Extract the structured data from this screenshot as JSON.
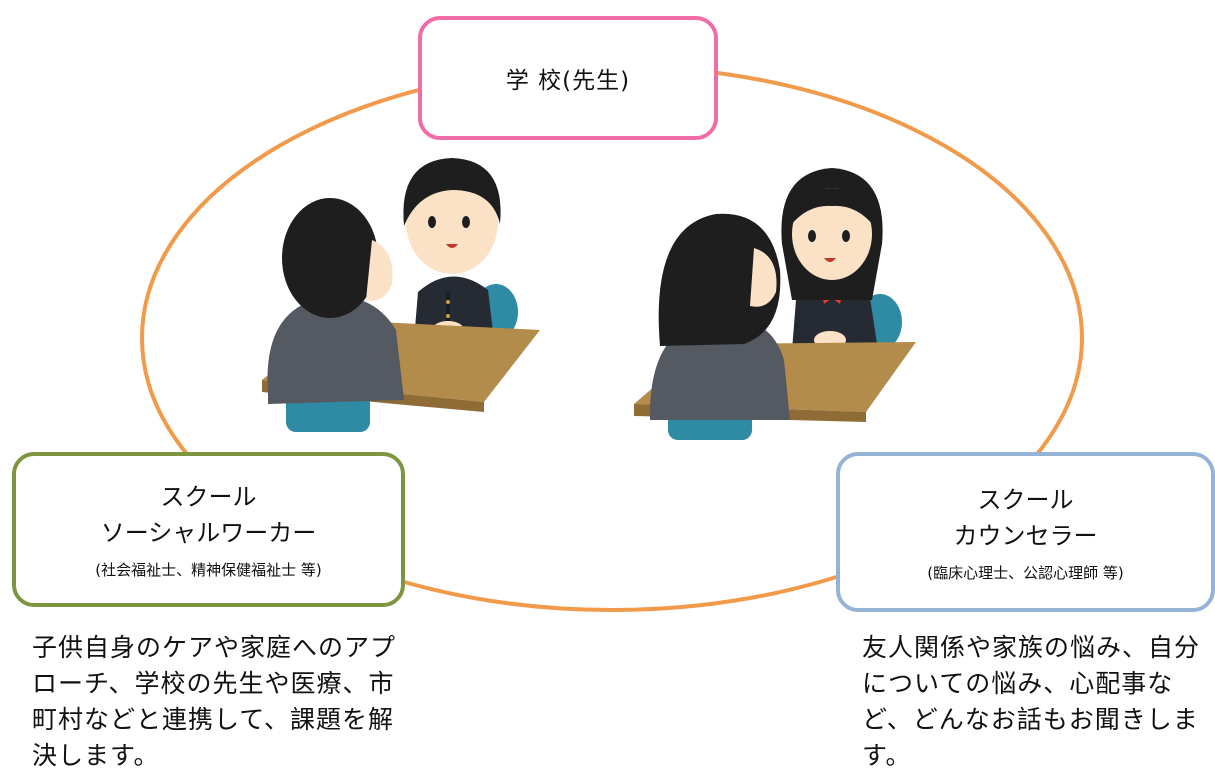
{
  "school": {
    "label": "学 校(先生)"
  },
  "ssw": {
    "title_line1": "スクール",
    "title_line2": "ソーシャルワーカー",
    "qualification": "(社会福祉士、精神保健福祉士 等)",
    "description": "子供自身のケアや家庭へのアプローチ、学校の先生や医療、市町村などと連携して、課題を解決します。"
  },
  "sc": {
    "title_line1": "スクール",
    "title_line2": "カウンセラー",
    "qualification": "(臨床心理士、公認心理師 等)",
    "description": "友人関係や家族の悩み、自分についての悩み、心配事など、どんなお話もお聞きします。"
  },
  "colors": {
    "ring": "#f09a4a",
    "school_border": "#f06ca7",
    "ssw_border": "#7d9440",
    "sc_border": "#95b3d7",
    "table": "#b38b4b",
    "chair": "#2f8aa3",
    "uniform": "#262b33",
    "adult_jacket": "#555a62",
    "hair": "#1e1e1e",
    "skin": "#fbe2c6",
    "ribbon": "#e23a2f"
  },
  "illustrations": [
    "counseling-boy-illustration",
    "counseling-girl-illustration"
  ]
}
